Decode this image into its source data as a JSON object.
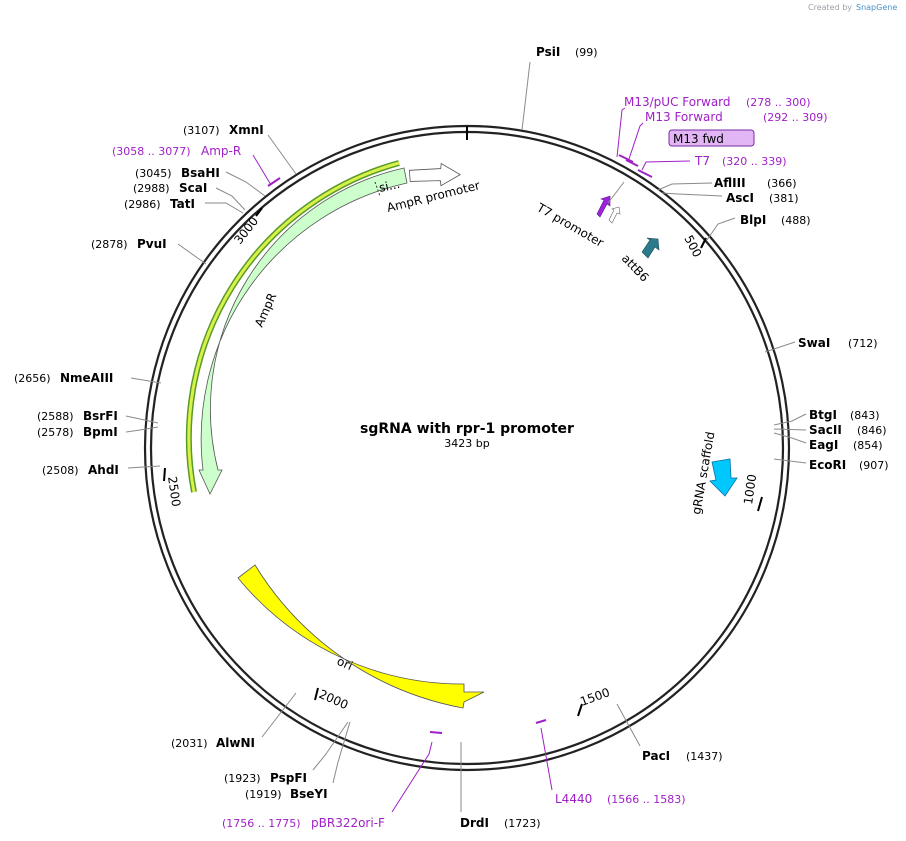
{
  "credit": {
    "text": "Created by",
    "brand": "SnapGene"
  },
  "plasmid": {
    "name": "sgRNA with rpr-1 promoter",
    "size_label": "3423 bp",
    "length": 3423
  },
  "colors": {
    "primer": "#a020c8",
    "ampr": "#ccffcc",
    "ori": "#ffff00",
    "grna": "#00c8ff",
    "t7": "#a020e0",
    "attb6": "#2a7a8c",
    "backbone": "#222222"
  },
  "ticks": [
    "500",
    "1000",
    "1500",
    "2000",
    "2500",
    "3000"
  ],
  "enzymes": [
    {
      "name": "PsiI",
      "pos": "(99)"
    },
    {
      "name": "AflIII",
      "pos": "(366)"
    },
    {
      "name": "AscI",
      "pos": "(381)"
    },
    {
      "name": "BlpI",
      "pos": "(488)"
    },
    {
      "name": "SwaI",
      "pos": "(712)"
    },
    {
      "name": "BtgI",
      "pos": "(843)"
    },
    {
      "name": "SacII",
      "pos": "(846)"
    },
    {
      "name": "EagI",
      "pos": "(854)"
    },
    {
      "name": "EcoRI",
      "pos": "(907)"
    },
    {
      "name": "PacI",
      "pos": "(1437)"
    },
    {
      "name": "DrdI",
      "pos": "(1723)"
    },
    {
      "name": "BseYI",
      "pos": "(1919)"
    },
    {
      "name": "PspFI",
      "pos": "(1923)"
    },
    {
      "name": "AlwNI",
      "pos": "(2031)"
    },
    {
      "name": "AhdI",
      "pos": "(2508)"
    },
    {
      "name": "BpmI",
      "pos": "(2578)"
    },
    {
      "name": "BsrFI",
      "pos": "(2588)"
    },
    {
      "name": "NmeAIII",
      "pos": "(2656)"
    },
    {
      "name": "PvuI",
      "pos": "(2878)"
    },
    {
      "name": "TatI",
      "pos": "(2986)"
    },
    {
      "name": "ScaI",
      "pos": "(2988)"
    },
    {
      "name": "BsaHI",
      "pos": "(3045)"
    },
    {
      "name": "XmnI",
      "pos": "(3107)"
    }
  ],
  "primers": [
    {
      "name": "M13/pUC Forward",
      "range": "(278 .. 300)"
    },
    {
      "name": "M13 Forward",
      "range": "(292 .. 309)"
    },
    {
      "name": "M13 fwd",
      "range": ""
    },
    {
      "name": "T7",
      "range": "(320 .. 339)"
    },
    {
      "name": "L4440",
      "range": "(1566 .. 1583)"
    },
    {
      "name": "pBR322ori-F",
      "range": "(1756 .. 1775)"
    },
    {
      "name": "Amp-R",
      "range": "(3058 .. 3077)"
    }
  ],
  "features": [
    {
      "name": "T7 promoter"
    },
    {
      "name": "attB6"
    },
    {
      "name": "gRNA scaffold"
    },
    {
      "name": "ori"
    },
    {
      "name": "AmpR"
    },
    {
      "name": "AmpR promoter"
    },
    {
      "name": "si..."
    }
  ]
}
